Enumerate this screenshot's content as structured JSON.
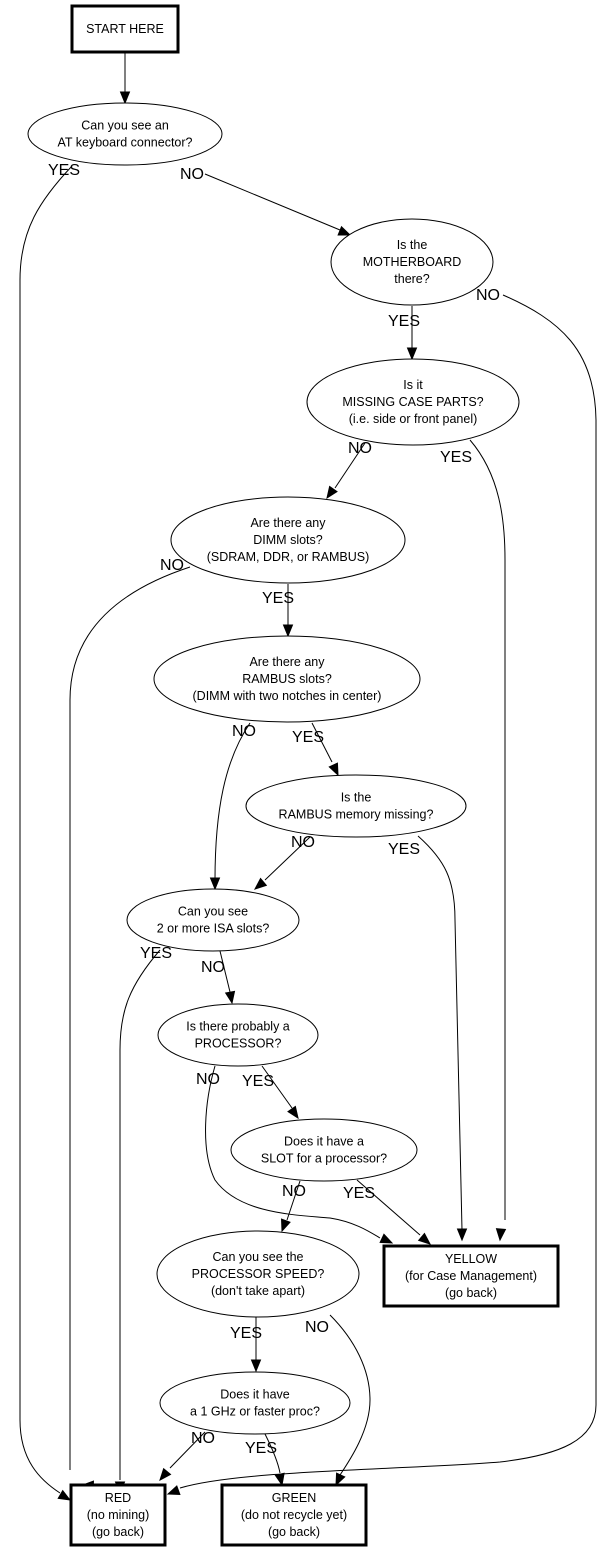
{
  "title": "Computer recycling triage flowchart",
  "nodes": {
    "start": {
      "shape": "box",
      "lines": [
        "START HERE"
      ]
    },
    "q_at_keyboard": {
      "shape": "ellipse",
      "lines": [
        "Can you see an",
        "AT keyboard connector?"
      ]
    },
    "q_motherboard": {
      "shape": "ellipse",
      "lines": [
        "Is the",
        "MOTHERBOARD",
        "there?"
      ]
    },
    "q_case_parts": {
      "shape": "ellipse",
      "lines": [
        "Is it",
        "MISSING CASE PARTS?",
        "(i.e. side or front panel)"
      ]
    },
    "q_dimm": {
      "shape": "ellipse",
      "lines": [
        "Are there any",
        "DIMM slots?",
        "(SDRAM, DDR, or RAMBUS)"
      ]
    },
    "q_rambus_slots": {
      "shape": "ellipse",
      "lines": [
        "Are there any",
        "RAMBUS slots?",
        "(DIMM with two notches in center)"
      ]
    },
    "q_rambus_missing": {
      "shape": "ellipse",
      "lines": [
        "Is the",
        "RAMBUS memory missing?"
      ]
    },
    "q_isa": {
      "shape": "ellipse",
      "lines": [
        "Can you see",
        "2 or more ISA slots?"
      ]
    },
    "q_processor": {
      "shape": "ellipse",
      "lines": [
        "Is there probably a",
        "PROCESSOR?"
      ]
    },
    "q_slot": {
      "shape": "ellipse",
      "lines": [
        "Does it have a",
        "SLOT for a processor?"
      ]
    },
    "q_speed_visible": {
      "shape": "ellipse",
      "lines": [
        "Can you see the",
        "PROCESSOR SPEED?",
        "(don't take apart)"
      ]
    },
    "q_1ghz": {
      "shape": "ellipse",
      "lines": [
        "Does it have",
        "a 1 GHz or faster proc?"
      ]
    },
    "yellow": {
      "shape": "box",
      "lines": [
        "YELLOW",
        "(for Case Management)",
        "(go back)"
      ]
    },
    "red": {
      "shape": "box",
      "lines": [
        "RED",
        "(no mining)",
        "(go back)"
      ]
    },
    "green": {
      "shape": "box",
      "lines": [
        "GREEN",
        "(do not recycle yet)",
        "(go back)"
      ]
    }
  },
  "edges": [
    {
      "from": "start",
      "to": "q_at_keyboard",
      "label": ""
    },
    {
      "from": "q_at_keyboard",
      "to": "red",
      "label": "YES"
    },
    {
      "from": "q_at_keyboard",
      "to": "q_motherboard",
      "label": "NO"
    },
    {
      "from": "q_motherboard",
      "to": "q_case_parts",
      "label": "YES"
    },
    {
      "from": "q_motherboard",
      "to": "red",
      "label": "NO"
    },
    {
      "from": "q_case_parts",
      "to": "q_dimm",
      "label": "NO"
    },
    {
      "from": "q_case_parts",
      "to": "yellow",
      "label": "YES"
    },
    {
      "from": "q_dimm",
      "to": "red",
      "label": "NO"
    },
    {
      "from": "q_dimm",
      "to": "q_rambus_slots",
      "label": "YES"
    },
    {
      "from": "q_rambus_slots",
      "to": "q_isa",
      "label": "NO"
    },
    {
      "from": "q_rambus_slots",
      "to": "q_rambus_missing",
      "label": "YES"
    },
    {
      "from": "q_rambus_missing",
      "to": "q_isa",
      "label": "NO"
    },
    {
      "from": "q_rambus_missing",
      "to": "yellow",
      "label": "YES"
    },
    {
      "from": "q_isa",
      "to": "red",
      "label": "YES"
    },
    {
      "from": "q_isa",
      "to": "q_processor",
      "label": "NO"
    },
    {
      "from": "q_processor",
      "to": "yellow",
      "label": "NO"
    },
    {
      "from": "q_processor",
      "to": "q_slot",
      "label": "YES"
    },
    {
      "from": "q_slot",
      "to": "q_speed_visible",
      "label": "NO"
    },
    {
      "from": "q_slot",
      "to": "yellow",
      "label": "YES"
    },
    {
      "from": "q_speed_visible",
      "to": "q_1ghz",
      "label": "YES"
    },
    {
      "from": "q_speed_visible",
      "to": "green",
      "label": "NO"
    },
    {
      "from": "q_1ghz",
      "to": "red",
      "label": "NO"
    },
    {
      "from": "q_1ghz",
      "to": "green",
      "label": "YES"
    }
  ]
}
